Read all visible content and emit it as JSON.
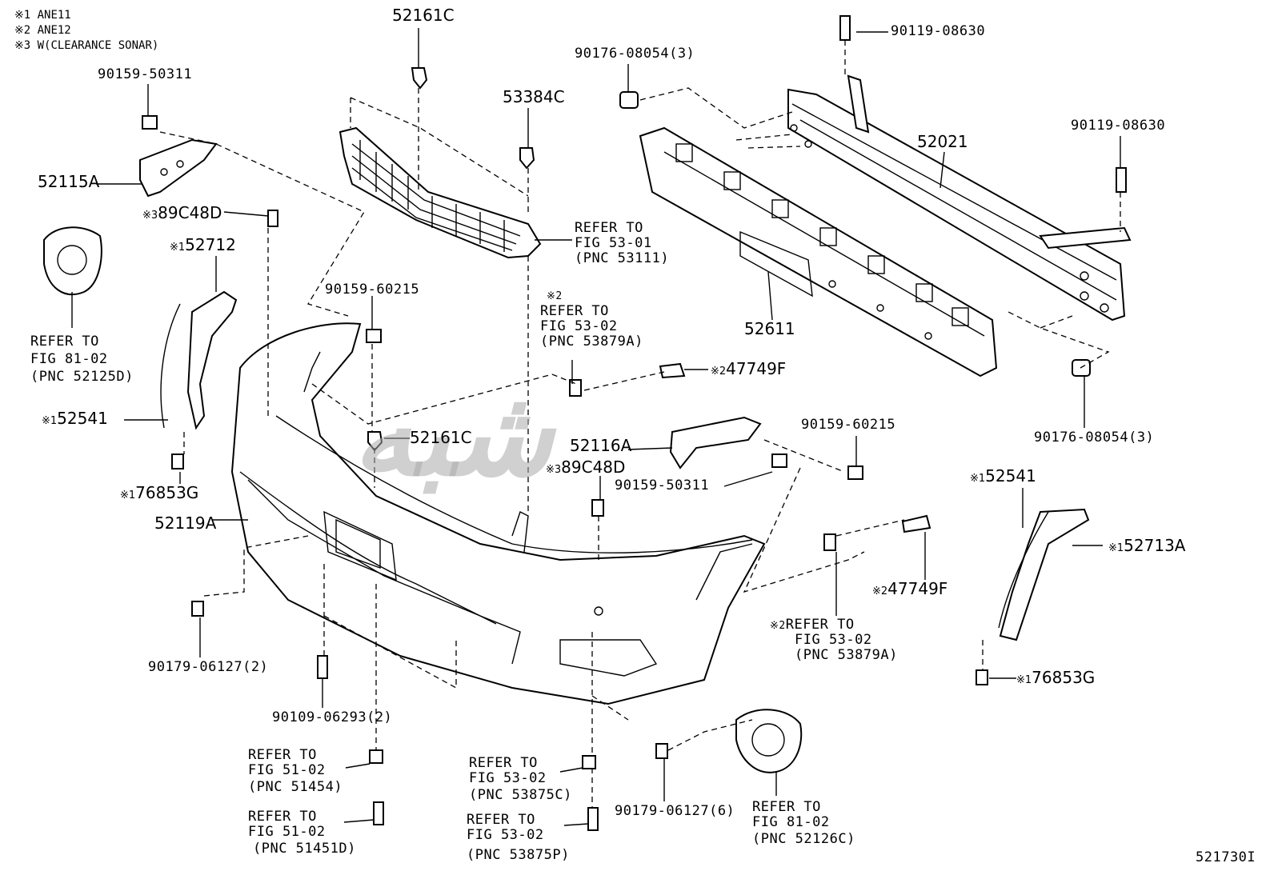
{
  "notes": [
    "※1 ANE11",
    "※2 ANE12",
    "※3 W(CLEARANCE SONAR)"
  ],
  "watermark": "شبه",
  "figure_id": "521730I",
  "labels": {
    "p52161C_top": "52161C",
    "p90176_top": "90176-08054(3)",
    "p90119_top": "90119-08630",
    "p90159_50311_top": "90159-50311",
    "p53384C": "53384C",
    "p90119_right": "90119-08630",
    "p52021": "52021",
    "p52115A": "52115A",
    "p89C48D_top": "89C48D",
    "p52712": "52712",
    "refer_grille": [
      "REFER TO",
      "FIG 53-01",
      "(PNC 53111)"
    ],
    "refer_81_left": [
      "REFER TO",
      "FIG 81-02",
      "(PNC 52125D)"
    ],
    "p90159_60215_top": "90159-60215",
    "refer_53879A_top": [
      "REFER TO",
      "FIG 53-02",
      "(PNC 53879A)"
    ],
    "p52611": "52611",
    "p47749F_top": "47749F",
    "p52541_left": "52541",
    "p52161C_mid": "52161C",
    "p52116A": "52116A",
    "p90159_60215_mid": "90159-60215",
    "p89C48D_mid": "89C48D",
    "p90159_50311_mid": "90159-50311",
    "p90176_right": "90176-08054(3)",
    "p76853G_left": "76853G",
    "p52119A": "52119A",
    "p52541_right": "52541",
    "p52713A": "52713A",
    "p47749F_right": "47749F",
    "refer_53879A_right": [
      "REFER TO",
      "FIG 53-02",
      "(PNC 53879A)"
    ],
    "p90179_left": "90179-06127(2)",
    "p76853G_right": "76853G",
    "p90109": "90109-06293(2)",
    "refer_51454": [
      "REFER TO",
      "FIG 51-02",
      "(PNC 51454)"
    ],
    "refer_53875C": [
      "REFER TO",
      "FIG 53-02",
      "(PNC 53875C)"
    ],
    "p90179_bottom": "90179-06127(6)",
    "refer_52126C": [
      "REFER TO",
      "FIG 81-02",
      "(PNC 52126C)"
    ],
    "refer_51451D": [
      "REFER TO",
      "FIG 51-02",
      "(PNC 51451D)"
    ],
    "refer_53875P": [
      "REFER TO",
      "FIG 53-02",
      "(PNC 53875P)"
    ]
  },
  "marks": {
    "m1": "※1",
    "m2": "※2",
    "m3": "※3"
  }
}
